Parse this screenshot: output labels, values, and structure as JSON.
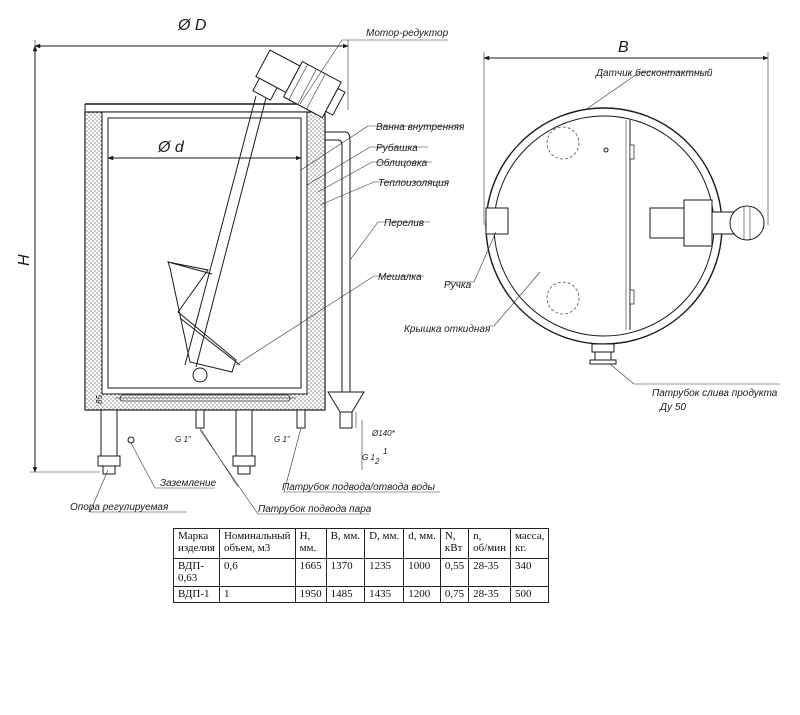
{
  "dimensions": {
    "outer_diameter": "Ø D",
    "inner_diameter": "Ø d",
    "height": "H",
    "top_view_diameter": "B",
    "bottom_gap": "85",
    "drain_size": "Ø140*",
    "thread_left_1": "G 1\"",
    "thread_left_2": "G 1\"",
    "thread_drain": "G 1",
    "thread_drain_fraction_num": "1",
    "thread_drain_fraction_den": "2"
  },
  "labels": {
    "motor": "Мотор-редуктор",
    "inner_bath": "Ванна внутренняя",
    "jacket": "Рубашка",
    "cladding": "Облицовка",
    "insulation": "Теплоизоляция",
    "overflow": "Перелив",
    "mixer": "Мешалка",
    "grounding": "Заземление",
    "support": "Опора регулируемая",
    "water_pipe": "Патрубок подвода/отвода воды",
    "steam_pipe": "Патрубок подвода пара",
    "sensor": "Датчик бесконтактный",
    "handle": "Ручка",
    "lid": "Крышка откидная",
    "drain_pipe": "Патрубок слива продукта",
    "drain_size": "Ду 50"
  },
  "table": {
    "headers": [
      [
        "Марка",
        "изделия"
      ],
      [
        "Номинальный",
        "объем, м3"
      ],
      [
        "H,",
        "мм."
      ],
      [
        "B, мм."
      ],
      [
        "D, мм."
      ],
      [
        "d, мм."
      ],
      [
        "N,",
        "кВт"
      ],
      [
        "n,",
        "об/мин"
      ],
      [
        "масса,",
        "кг."
      ]
    ],
    "rows": [
      [
        [
          "ВДП-",
          "0,63"
        ],
        [
          "0,6"
        ],
        [
          "1665"
        ],
        [
          "1370"
        ],
        [
          "1235"
        ],
        [
          "1000"
        ],
        [
          "0,55"
        ],
        [
          "28-35"
        ],
        [
          "340"
        ]
      ],
      [
        [
          "ВДП-1"
        ],
        [
          "1"
        ],
        [
          "1950"
        ],
        [
          "1485"
        ],
        [
          "1435"
        ],
        [
          "1200"
        ],
        [
          "0,75"
        ],
        [
          "28-35"
        ],
        [
          "500"
        ]
      ]
    ]
  }
}
